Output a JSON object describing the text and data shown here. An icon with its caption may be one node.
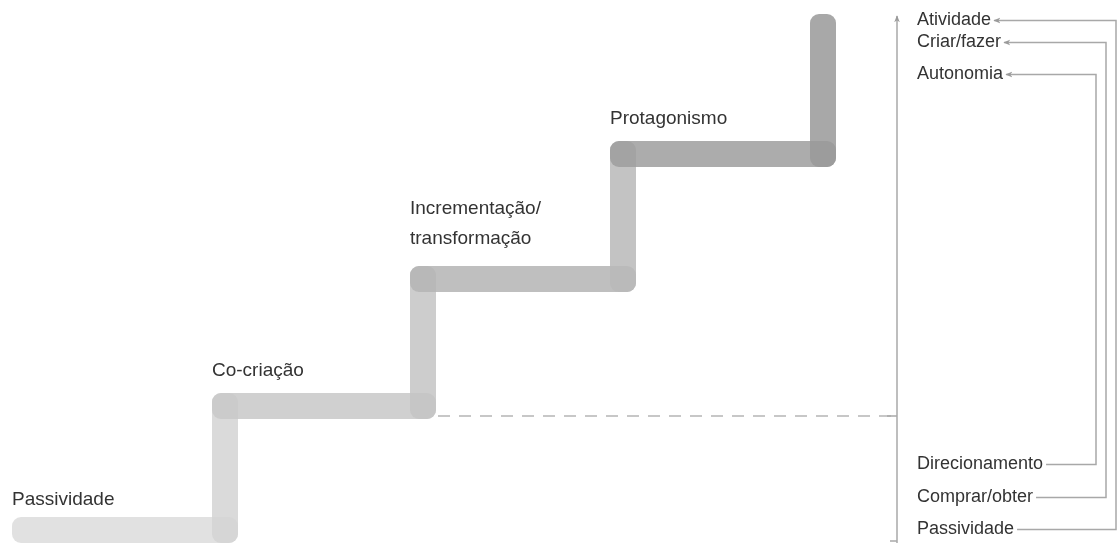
{
  "diagram": {
    "nodes": [
      {
        "text": [
          "Atividade"
        ]
      },
      {
        "text": [
          "Criar/fazer"
        ]
      },
      {
        "text": [
          "Autonomia"
        ]
      },
      {
        "text": [
          "Direcionamento"
        ]
      },
      {
        "text": [
          "Comprar/obter"
        ]
      },
      {
        "text": [
          "Passividade"
        ]
      }
    ],
    "edges": [
      {
        "from": 5,
        "to": 0,
        "arrow": "to"
      },
      {
        "from": 4,
        "to": 1,
        "arrow": "to"
      },
      {
        "from": 3,
        "to": 2,
        "arrow": "to"
      }
    ],
    "labels": [
      "Protagonismo",
      "Incrementação/ transformação",
      "Co-criação",
      "Passividade"
    ]
  }
}
